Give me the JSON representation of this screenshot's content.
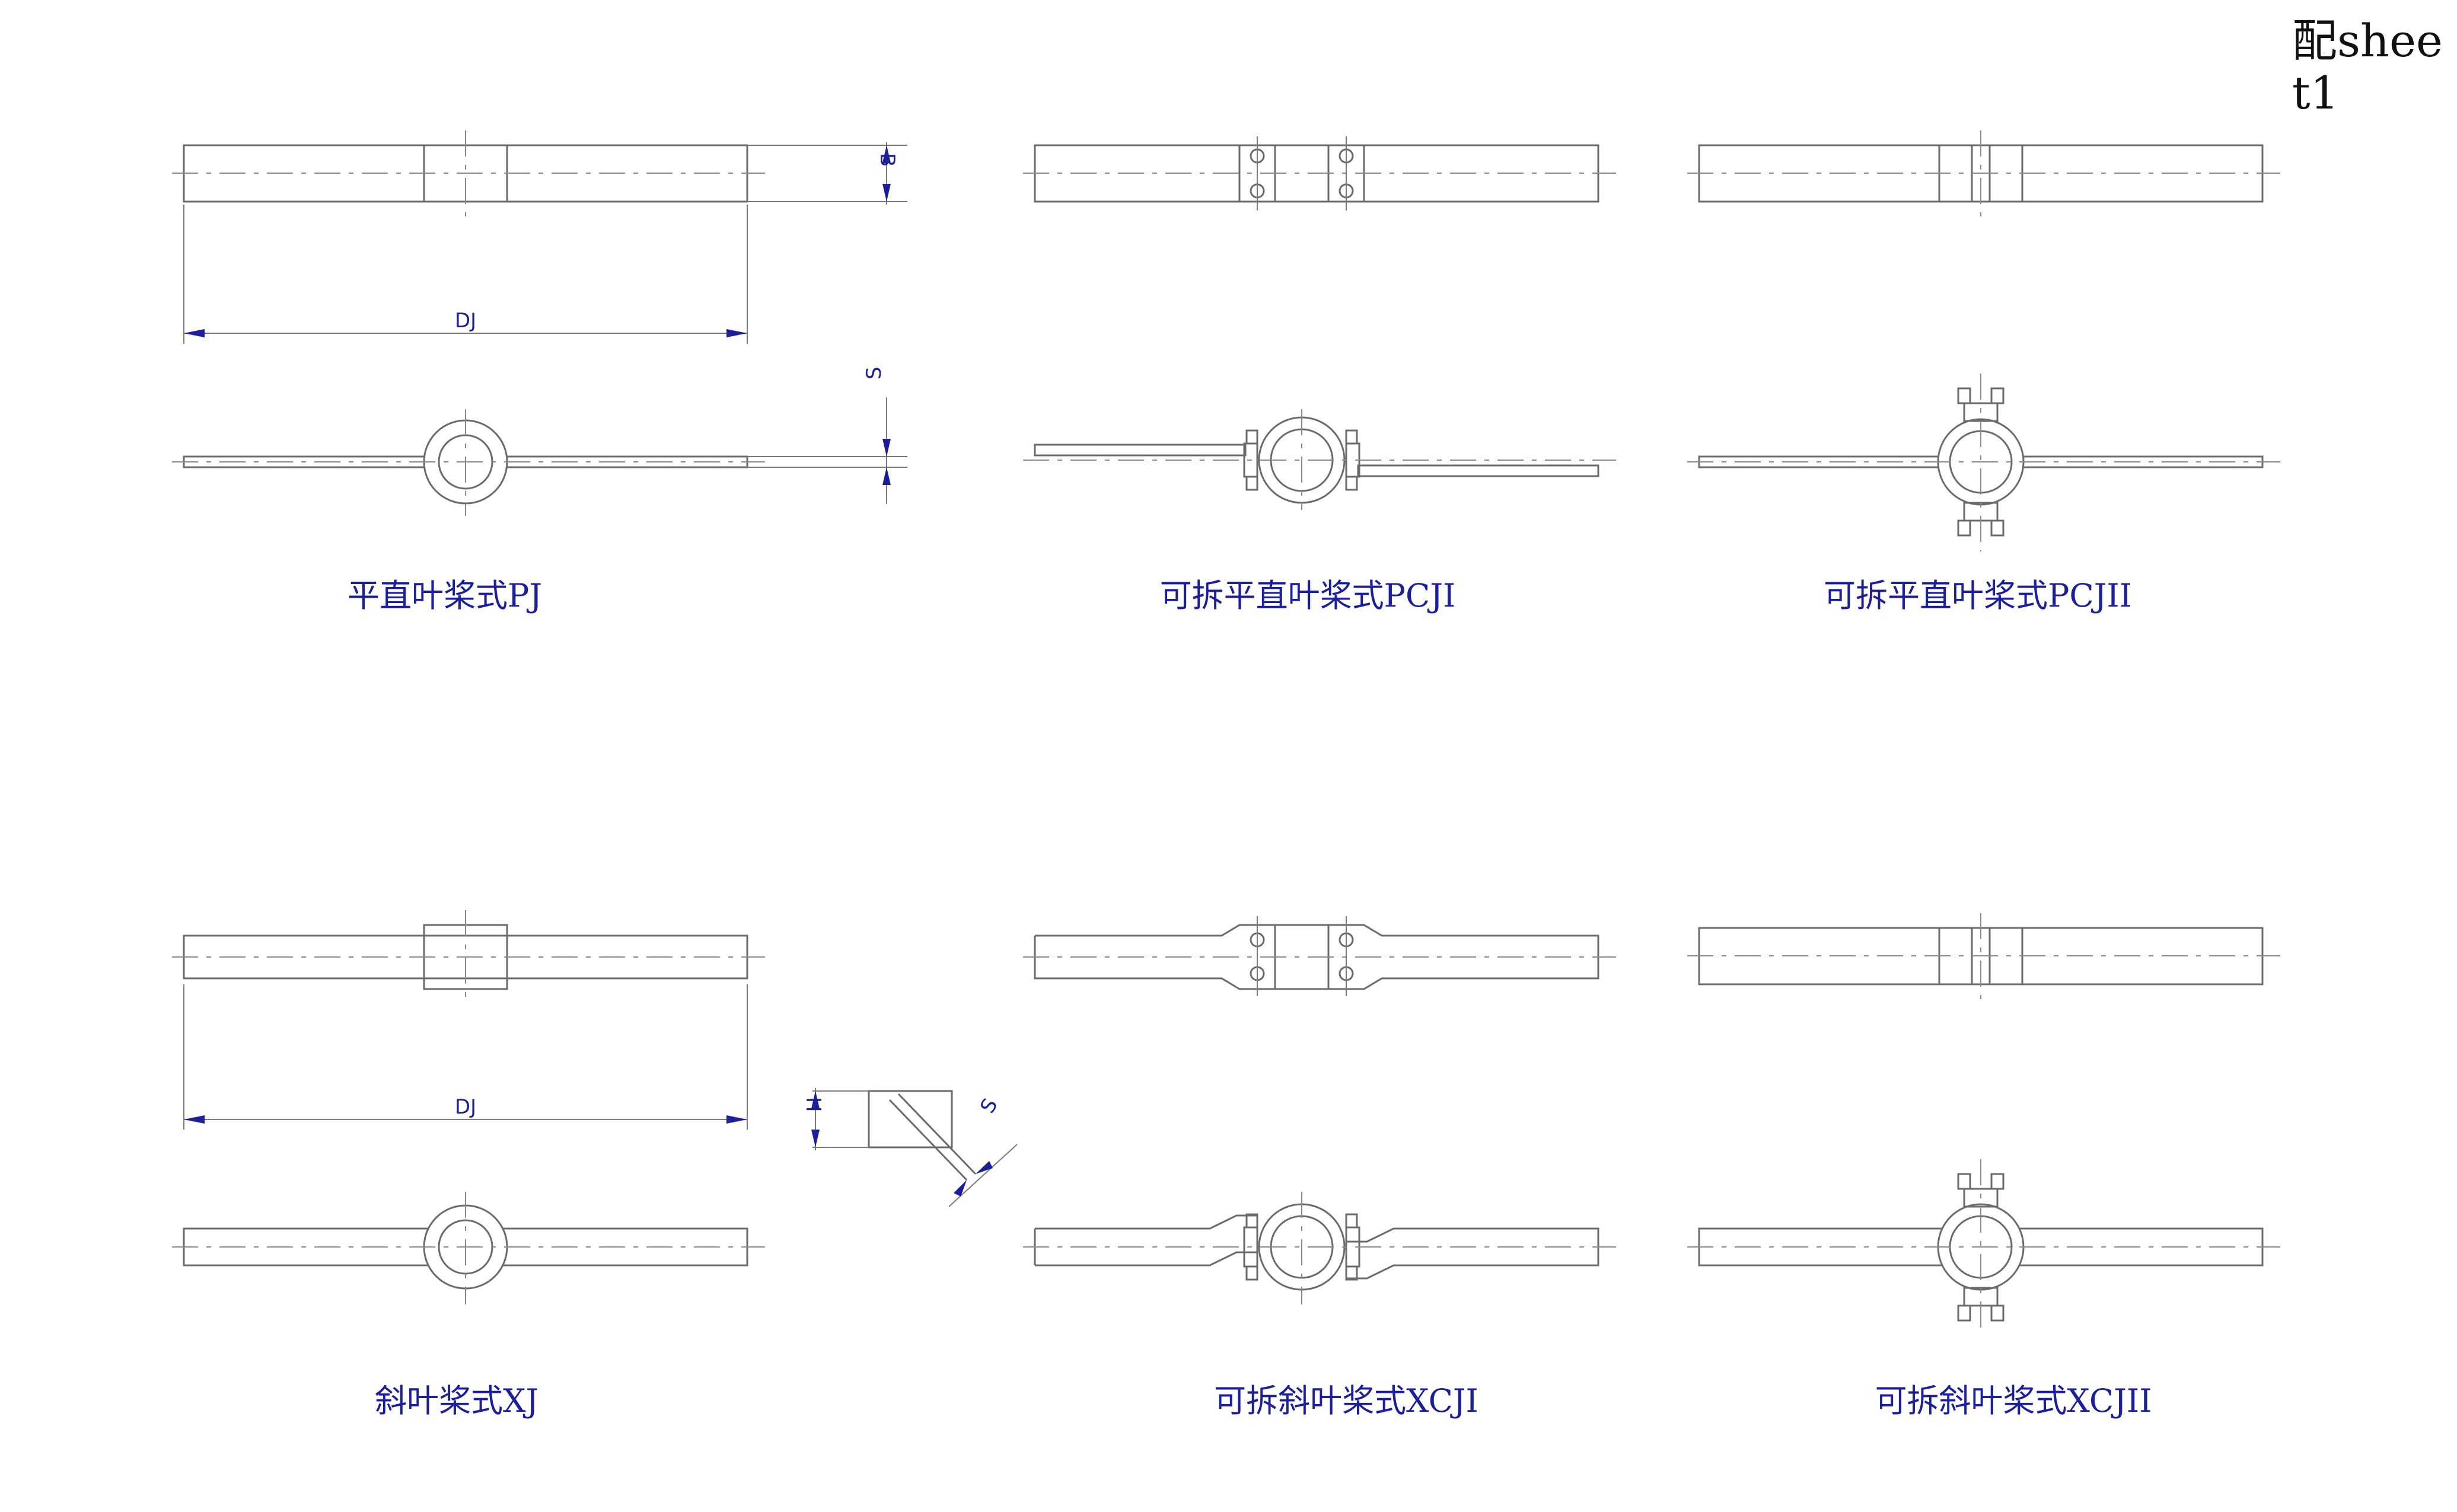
{
  "sheet": {
    "title": "配sheet1"
  },
  "dimensions": {
    "dj_top": "DJ",
    "b": "B",
    "s_top": "S",
    "dj_bottom": "DJ",
    "h": "H",
    "s_bottom": "S"
  },
  "captions": {
    "pj": "平直叶桨式PJ",
    "pcji": "可拆平直叶桨式PCJI",
    "pcjii": "可拆平直叶桨式PCJII",
    "xj": "斜叶桨式XJ",
    "xcji": "可拆斜叶桨式XCJI",
    "xcjii": "可拆斜叶桨式XCJII"
  },
  "colors": {
    "line": "#6b6b6b",
    "annotation": "#1b1f9a"
  }
}
